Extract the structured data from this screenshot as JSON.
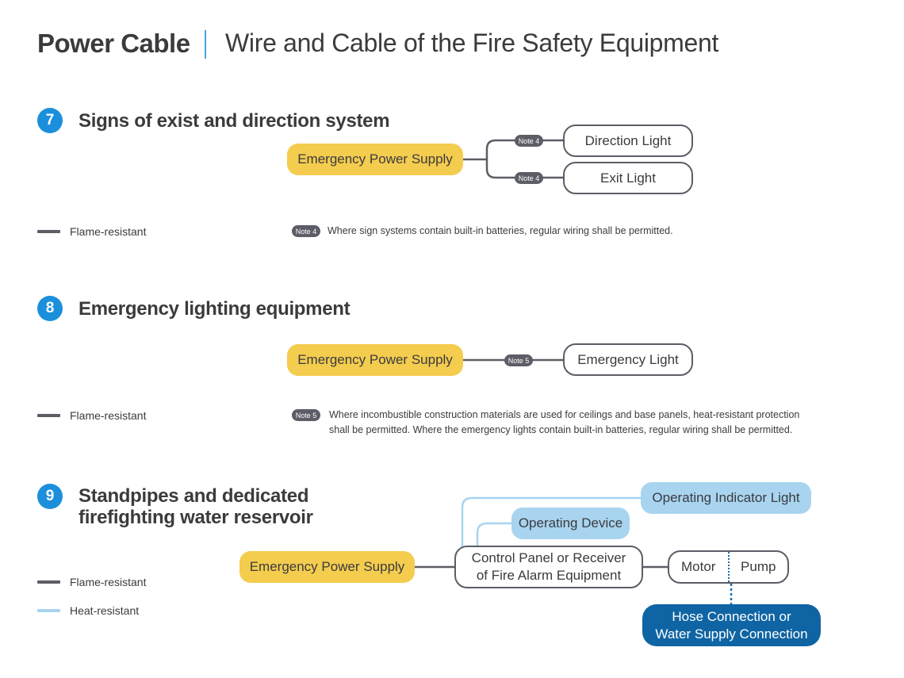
{
  "header": {
    "title": "Power Cable",
    "subtitle": "Wire and Cable of  the Fire Safety Equipment"
  },
  "colors": {
    "accent_blue": "#1b8fdc",
    "power_supply_yellow": "#f4cc4e",
    "flame_resistant_gray": "#5c5d66",
    "heat_resistant_light_blue": "#a8d4f0",
    "water_connection_blue": "#0f64a3"
  },
  "sections": [
    {
      "number": "7",
      "title": "Signs of exist and direction system",
      "source": "Emergency Power Supply",
      "targets": [
        {
          "label": "Direction Light",
          "note": "Note 4"
        },
        {
          "label": "Exit Light",
          "note": "Note 4"
        }
      ],
      "legend": [
        {
          "type": "flame",
          "label": "Flame-resistant"
        }
      ],
      "footnote": {
        "badge": "Note 4",
        "lines": [
          "Where sign systems contain built-in batteries, regular wiring shall be permitted."
        ]
      }
    },
    {
      "number": "8",
      "title": "Emergency lighting equipment",
      "source": "Emergency Power Supply",
      "targets": [
        {
          "label": "Emergency Light",
          "note": "Note 5"
        }
      ],
      "legend": [
        {
          "type": "flame",
          "label": "Flame-resistant"
        }
      ],
      "footnote": {
        "badge": "Note 5",
        "lines": [
          "Where incombustible construction materials are used for ceilings and base panels, heat-resistant protection",
          "shall be permitted. Where the emergency lights contain built-in batteries, regular wiring shall be permitted."
        ]
      }
    },
    {
      "number": "9",
      "title_lines": [
        "Standpipes and dedicated",
        "firefighting water reservoir"
      ],
      "source": "Emergency Power Supply",
      "control_panel": [
        "Control Panel or Receiver",
        "of Fire Alarm Equipment"
      ],
      "heat_targets": [
        "Operating Indicator Light",
        "Operating Device"
      ],
      "motor_pump": {
        "left": "Motor",
        "right": "Pump"
      },
      "water_connection": [
        "Hose Connection or",
        "Water Supply Connection"
      ],
      "legend": [
        {
          "type": "flame",
          "label": "Flame-resistant"
        },
        {
          "type": "heat",
          "label": "Heat-resistant"
        }
      ]
    }
  ]
}
